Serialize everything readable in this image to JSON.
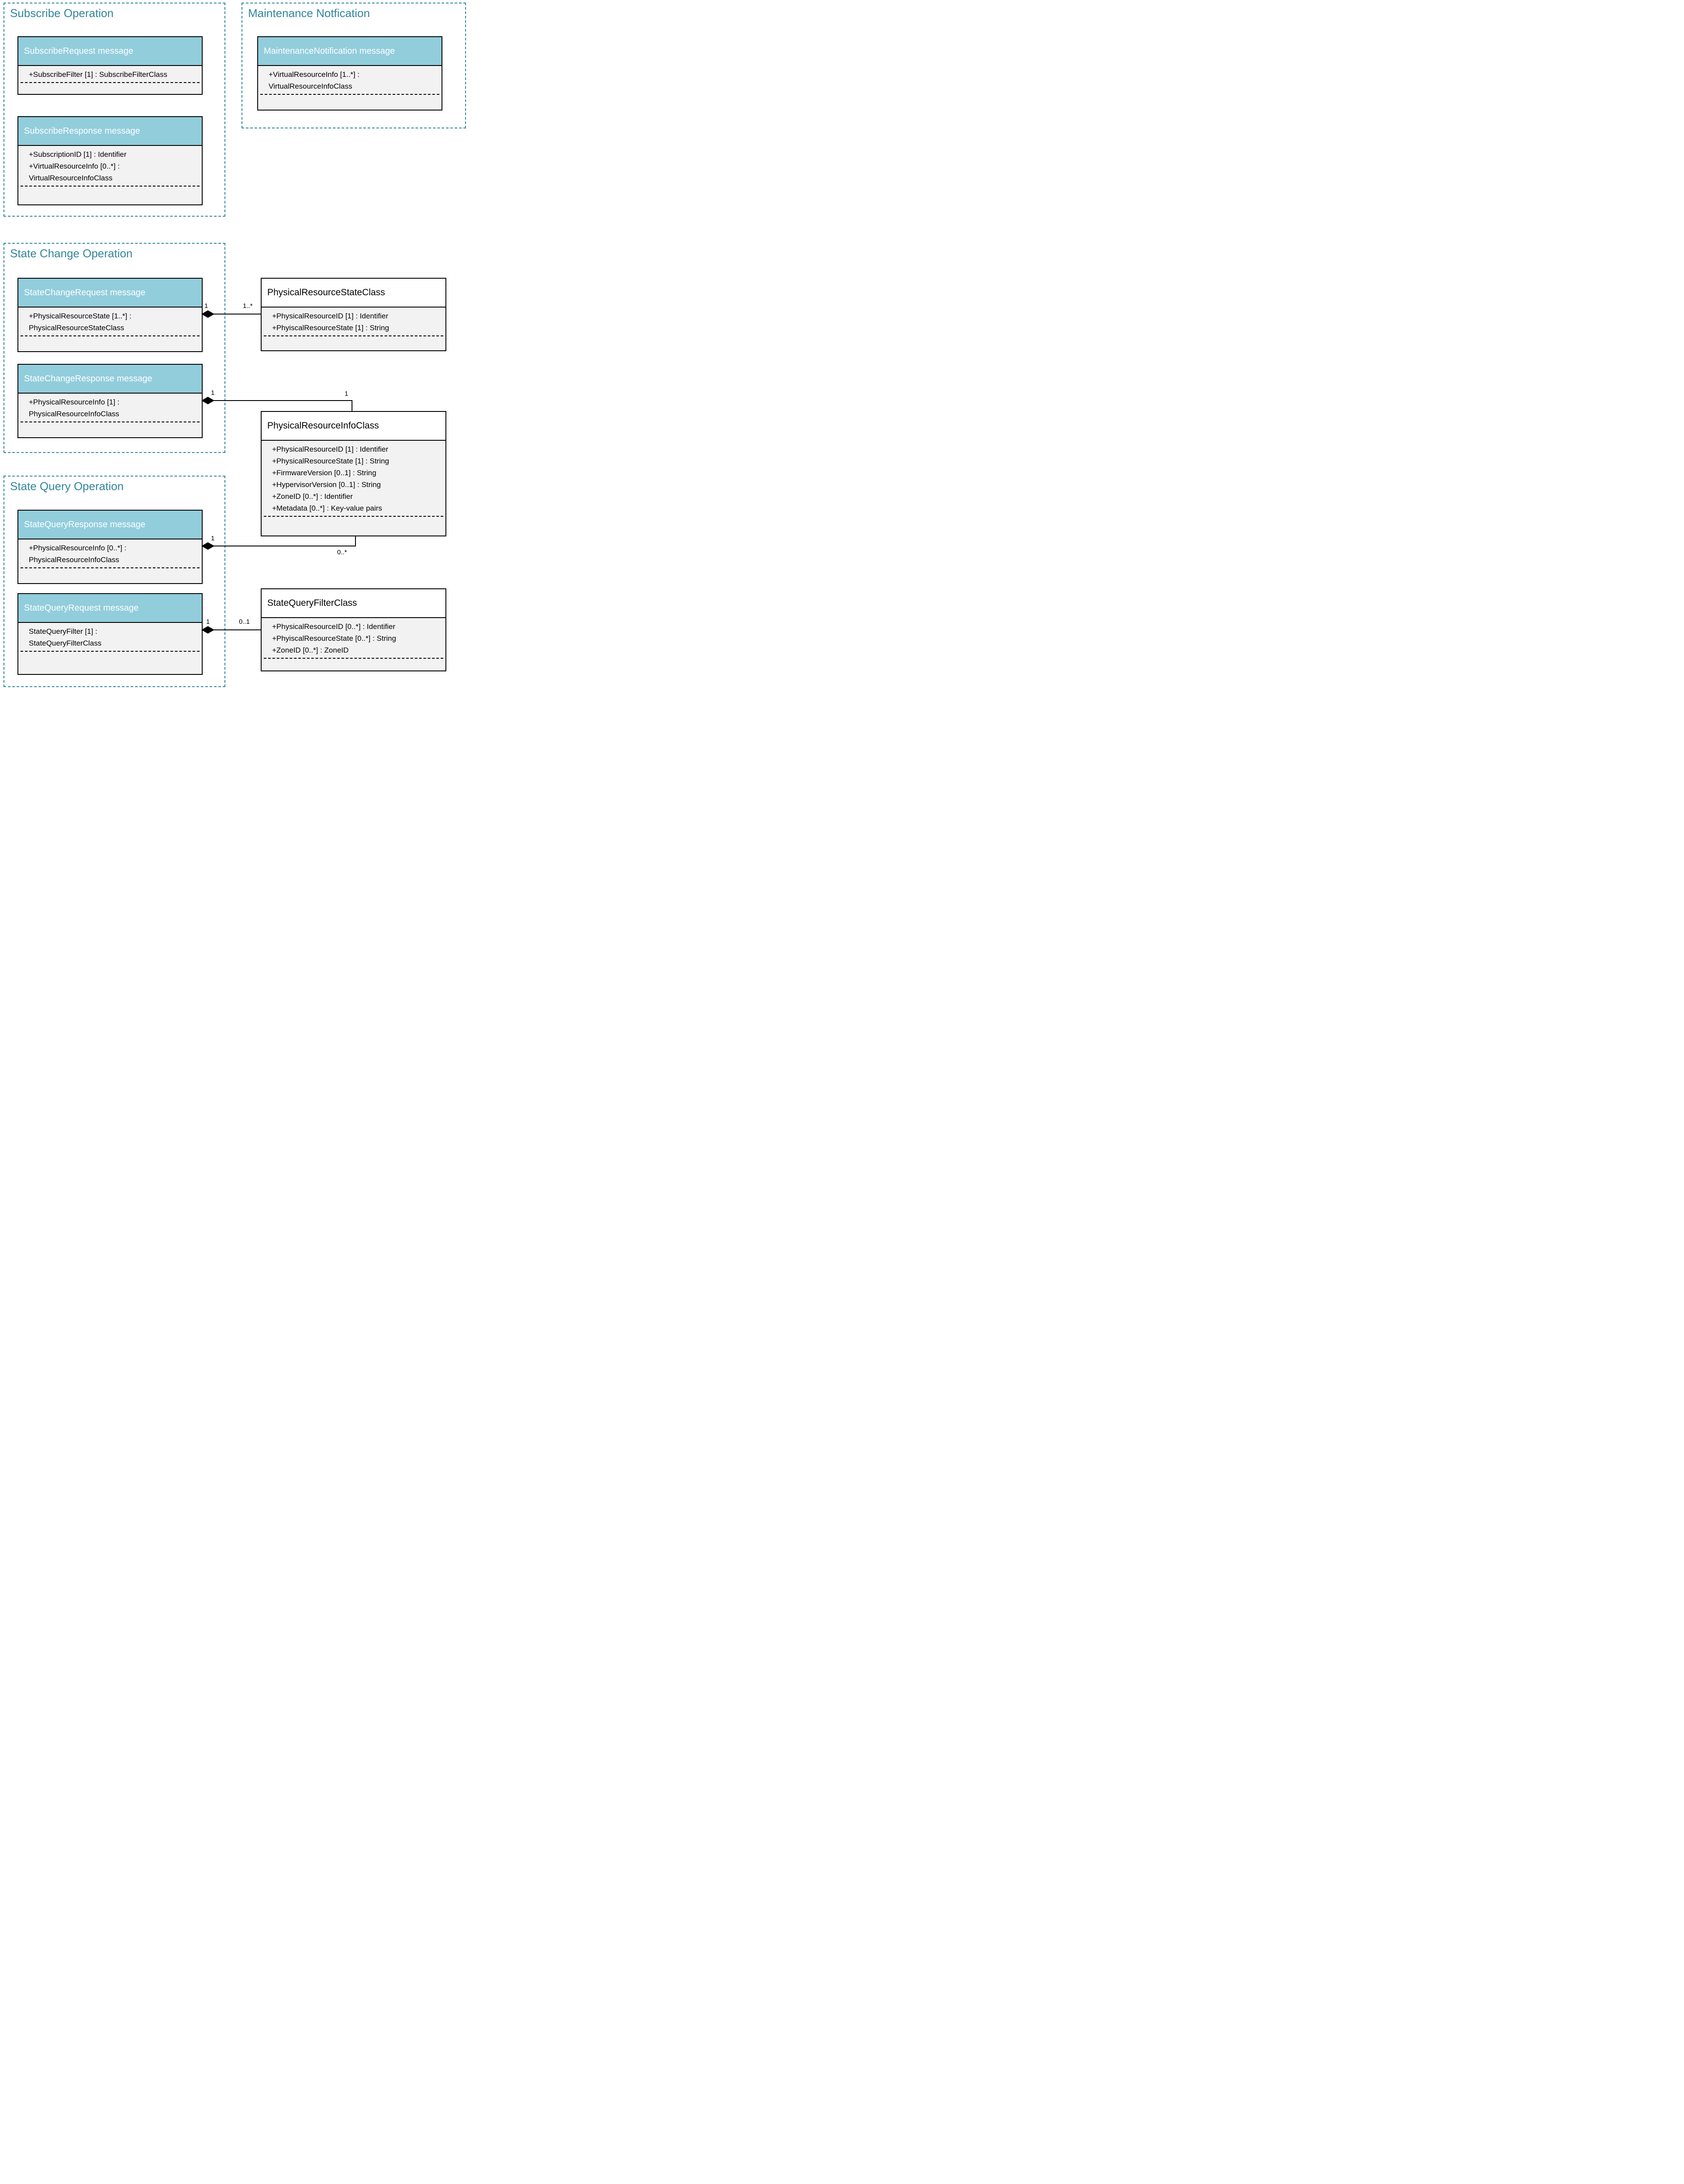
{
  "colors": {
    "class_header_fill": "#92cddc",
    "class_header_text": "#ffffff",
    "class_body_fill": "#f2f2f2",
    "class_border": "#000000",
    "group_border": "#31859c",
    "group_title_color": "#31859c",
    "canvas_background": "#ffffff"
  },
  "groups": [
    {
      "title": "Subscribe Operation",
      "classes": [
        {
          "title": "SubscribeRequest message",
          "attributes": [
            "+SubscribeFilter [1] : SubscribeFilterClass"
          ]
        },
        {
          "title": "SubscribeResponse message",
          "attributes": [
            "+SubscriptionID [1] : Identifier",
            "+VirtualResourceInfo [0..*] :",
            "VirtualResourceInfoClass"
          ]
        }
      ]
    },
    {
      "title": "Maintenance Notfication",
      "classes": [
        {
          "title": "MaintenanceNotification message",
          "attributes": [
            "+VirtualResourceInfo [1..*] :",
            "VirtualResourceInfoClass"
          ]
        }
      ]
    },
    {
      "title": "State Change Operation",
      "classes": [
        {
          "title": "StateChangeRequest message",
          "attributes": [
            "+PhysicalResourceState [1..*] :",
            "PhysicalResourceStateClass"
          ]
        },
        {
          "title": "StateChangeResponse message",
          "attributes": [
            "+PhysicalResourceInfo [1] :",
            "PhysicalResourceInfoClass"
          ]
        }
      ]
    },
    {
      "title": "State Query Operation",
      "classes": [
        {
          "title": "StateQueryResponse message",
          "attributes": [
            "+PhysicalResourceInfo [0..*] :",
            "PhysicalResourceInfoClass"
          ]
        },
        {
          "title": "StateQueryRequest message",
          "attributes": [
            "StateQueryFilter [1] :",
            "StateQueryFilterClass"
          ]
        }
      ]
    }
  ],
  "standalone": [
    {
      "title": "PhysicalResourceStateClass",
      "attributes": [
        "+PhysicalResourceID [1] : Identifier",
        "+PhyiscalResourceState [1] : String"
      ]
    },
    {
      "title": "PhysicalResourceInfoClass",
      "attributes": [
        "+PhysicalResourceID [1] : Identifier",
        "+PhysicalResourceState [1] : String",
        "+FirmwareVersion [0..1] : String",
        "+HypervisorVersion [0..1] : String",
        "+ZoneID [0..*] : Identifier",
        "+Metadata [0..*] : Key-value pairs"
      ]
    },
    {
      "title": "StateQueryFilterClass",
      "attributes": [
        "+PhysicalResourceID [0..*] : Identifier",
        "+PhyiscalResourceState [0..*] : String",
        "+ZoneID [0..*] : ZoneID"
      ]
    }
  ],
  "connectors": [
    {
      "type": "composition",
      "source": "StateChangeRequest message",
      "target": "PhysicalResourceStateClass",
      "source_mult": "1",
      "target_mult": "1..*"
    },
    {
      "type": "composition",
      "source": "StateChangeResponse message",
      "target": "PhysicalResourceInfoClass",
      "source_mult": "1",
      "target_mult": "1"
    },
    {
      "type": "composition",
      "source": "StateQueryResponse message",
      "target": "PhysicalResourceInfoClass",
      "source_mult": "1",
      "target_mult": "0..*"
    },
    {
      "type": "composition",
      "source": "StateQueryRequest message",
      "target": "StateQueryFilterClass",
      "source_mult": "1",
      "target_mult": "0..1"
    }
  ]
}
